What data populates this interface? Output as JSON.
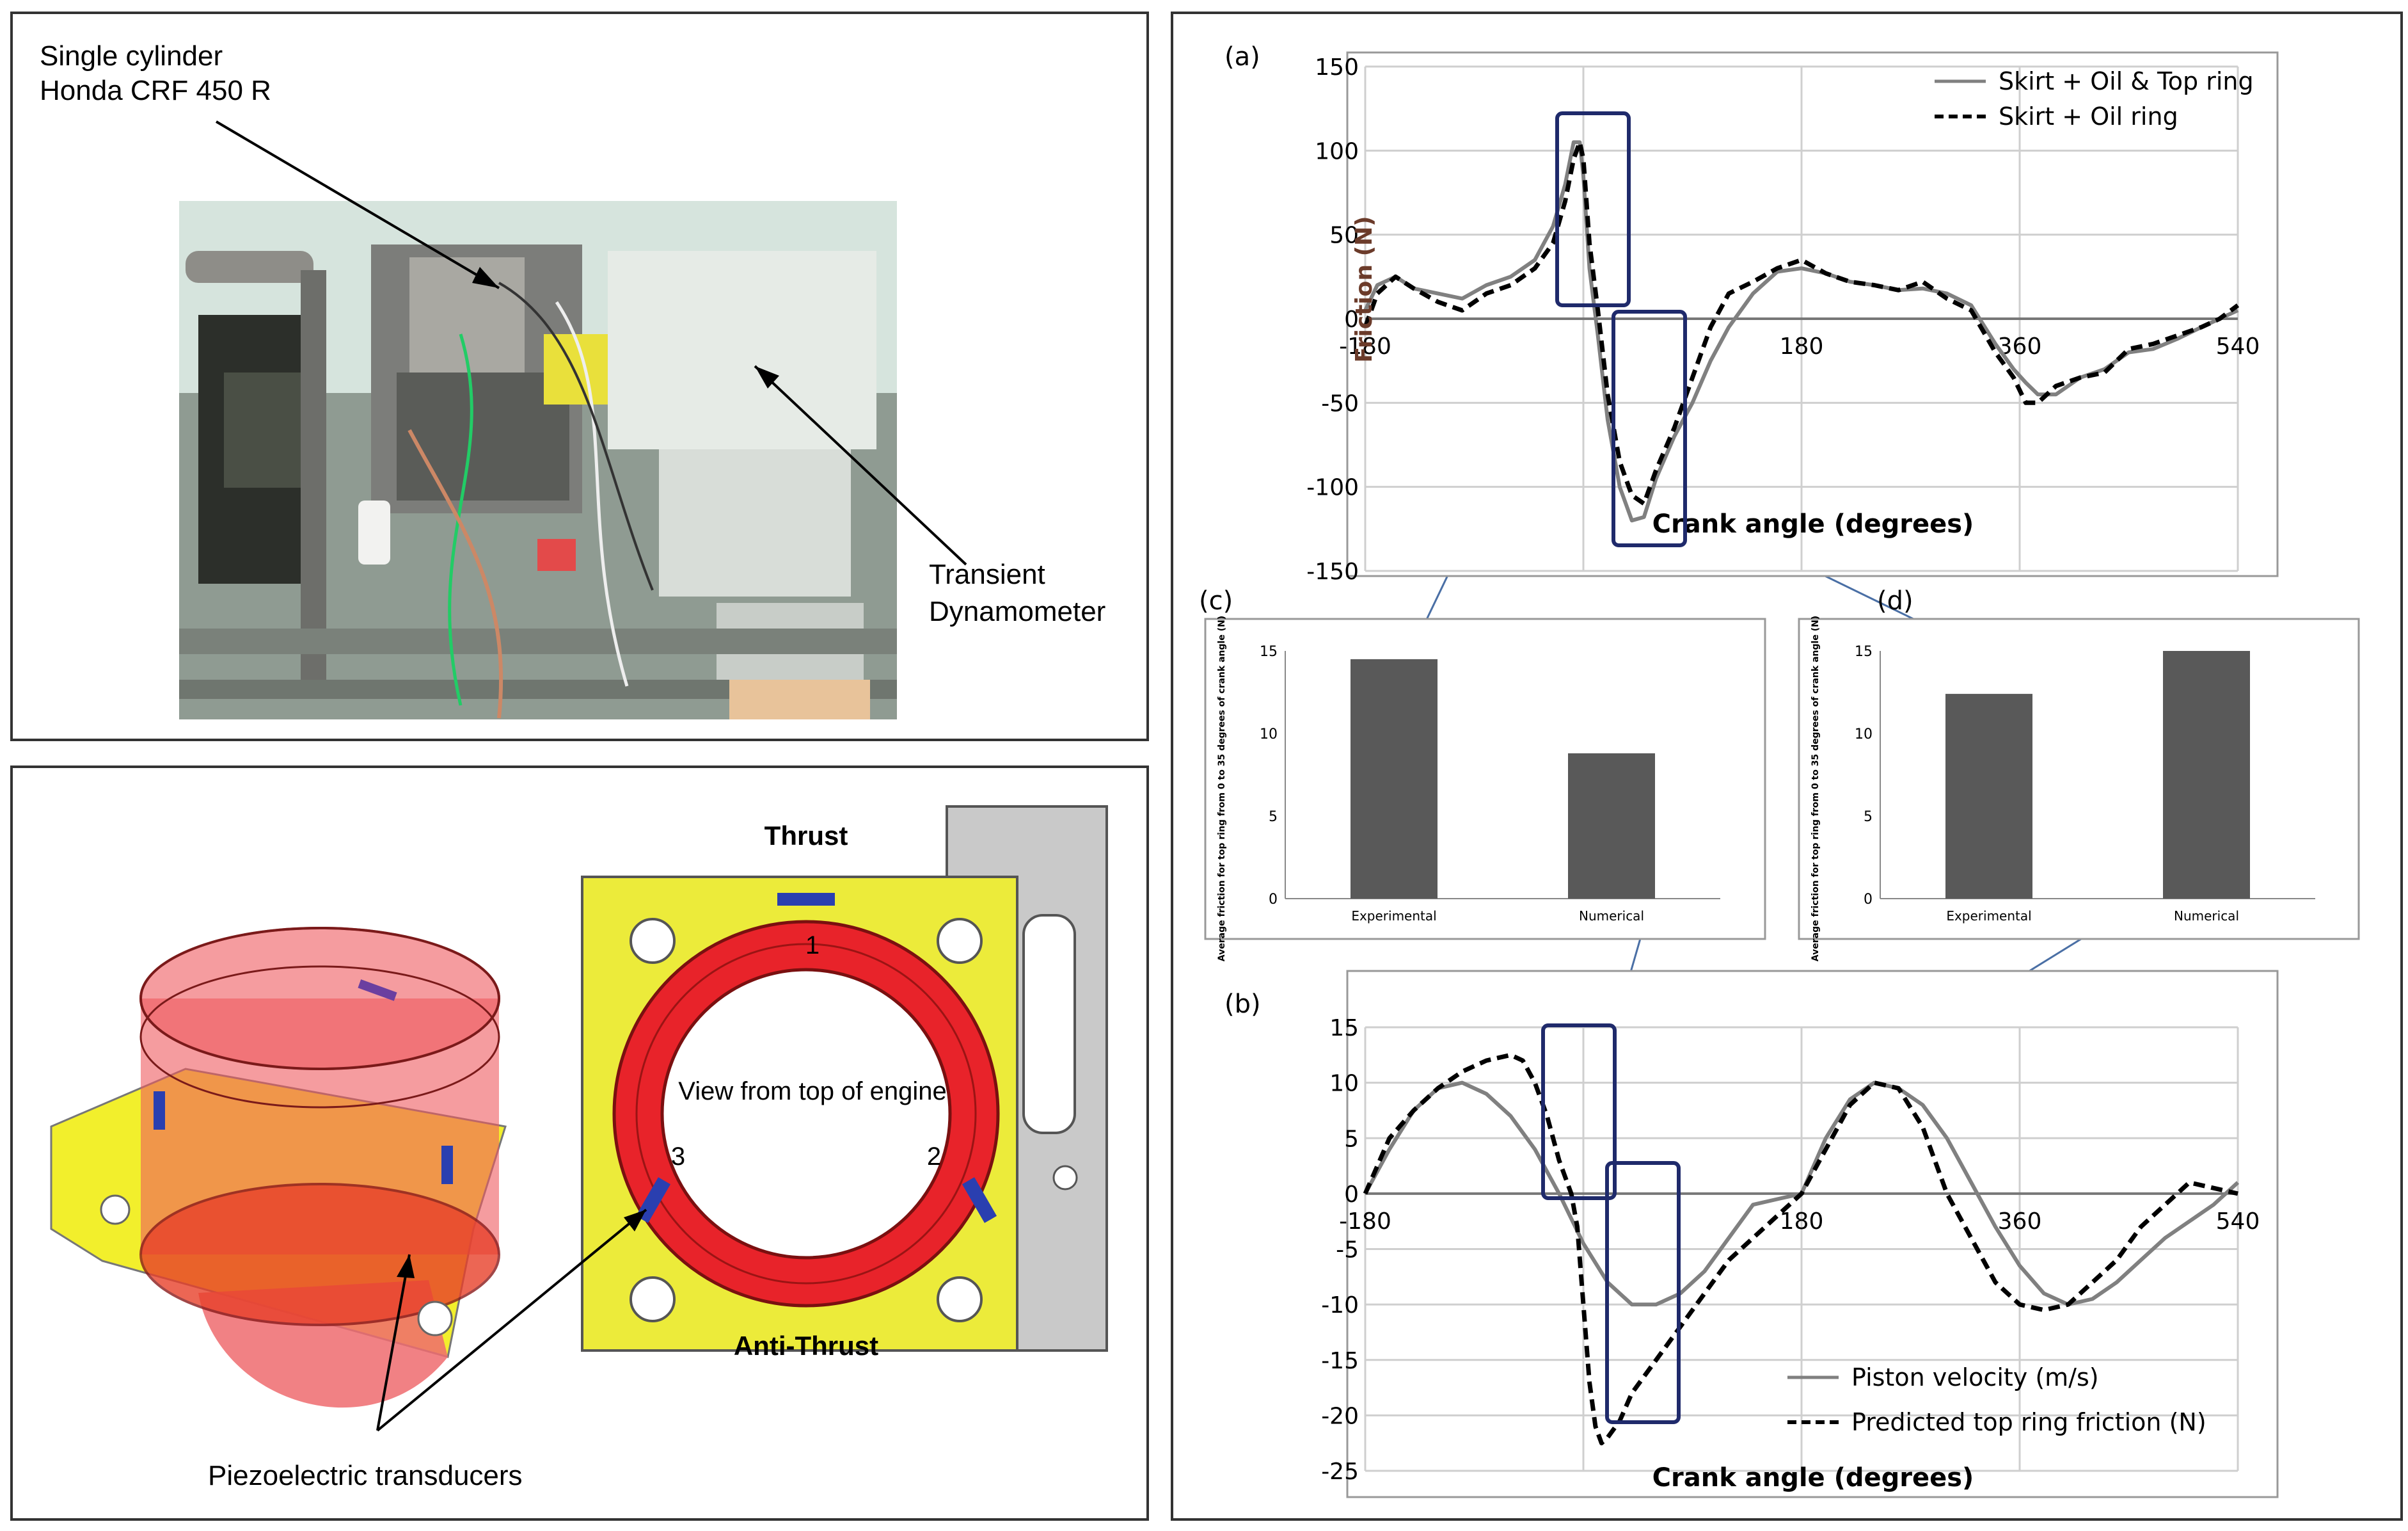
{
  "photo_panel": {
    "engine_label_line1": "Single cylinder",
    "engine_label_line2": "Honda CRF 450 R",
    "dyno_label_line1": "Transient",
    "dyno_label_line2": "Dynamometer"
  },
  "liner_panel": {
    "thrust_label": "Thrust",
    "anti_thrust_label": "Anti-Thrust",
    "view_label": "View from top of engine",
    "transducer_numbers": [
      "1",
      "2",
      "3"
    ],
    "transducers_label": "Piezoelectric transducers"
  },
  "colors": {
    "grey_series": "#808080",
    "black_series": "#000000",
    "highlight_box": "#1f2a6b",
    "arrow": "#4a6fa5",
    "bar": "#595959",
    "liner_red": "#e8232a",
    "block_yellow": "#f2f01e"
  },
  "chart_data": [
    {
      "id": "a",
      "panel_label": "(a)",
      "type": "line",
      "xlabel": "Crank angle (degrees)",
      "ylabel": "Friction (N)",
      "xlim": [
        -180,
        540
      ],
      "ylim": [
        -150,
        150
      ],
      "x_ticks": [
        "-180",
        "180",
        "360",
        "540"
      ],
      "y_ticks": [
        "150",
        "100",
        "50",
        "0",
        "-50",
        "-100",
        "-150"
      ],
      "legend_position": "top-right",
      "series": [
        {
          "name": "Skirt + Oil & Top ring",
          "style": "solid-grey",
          "x": [
            -180,
            -170,
            -155,
            -140,
            -120,
            -100,
            -80,
            -60,
            -40,
            -25,
            -15,
            -8,
            -3,
            0,
            5,
            12,
            20,
            30,
            40,
            50,
            60,
            75,
            90,
            105,
            120,
            140,
            160,
            180,
            200,
            220,
            240,
            260,
            280,
            300,
            320,
            340,
            355,
            365,
            375,
            390,
            410,
            430,
            450,
            470,
            490,
            510,
            525,
            540
          ],
          "y": [
            5,
            20,
            25,
            18,
            15,
            12,
            20,
            25,
            35,
            55,
            80,
            105,
            105,
            85,
            30,
            -10,
            -60,
            -100,
            -120,
            -118,
            -95,
            -70,
            -50,
            -25,
            -5,
            15,
            28,
            30,
            27,
            22,
            20,
            17,
            18,
            15,
            8,
            -15,
            -30,
            -38,
            -45,
            -45,
            -35,
            -30,
            -20,
            -18,
            -12,
            -5,
            0,
            5
          ]
        },
        {
          "name": "Skirt + Oil ring",
          "style": "dashed-black",
          "x": [
            -180,
            -170,
            -155,
            -140,
            -120,
            -100,
            -80,
            -60,
            -40,
            -25,
            -15,
            -8,
            -3,
            0,
            5,
            12,
            20,
            30,
            40,
            50,
            60,
            75,
            90,
            105,
            120,
            140,
            160,
            180,
            200,
            220,
            240,
            260,
            280,
            300,
            320,
            340,
            355,
            365,
            375,
            390,
            410,
            430,
            450,
            470,
            490,
            510,
            525,
            540
          ],
          "y": [
            -5,
            15,
            25,
            18,
            10,
            5,
            15,
            20,
            30,
            45,
            70,
            95,
            105,
            95,
            45,
            5,
            -45,
            -85,
            -105,
            -110,
            -90,
            -65,
            -35,
            -5,
            15,
            22,
            30,
            35,
            27,
            22,
            20,
            17,
            22,
            12,
            5,
            -20,
            -35,
            -50,
            -50,
            -40,
            -35,
            -32,
            -18,
            -15,
            -10,
            -5,
            0,
            8
          ]
        }
      ]
    },
    {
      "id": "c",
      "panel_label": "(c)",
      "type": "bar",
      "categories": [
        "Experimental",
        "Numerical"
      ],
      "values": [
        14.5,
        8.8
      ],
      "ylabel": "Average friction for top ring from 0 to 35 degrees of crank angle (N)",
      "ylim": [
        0,
        15
      ],
      "y_ticks": [
        "0",
        "5",
        "10",
        "15"
      ]
    },
    {
      "id": "d",
      "panel_label": "(d)",
      "type": "bar",
      "categories": [
        "Experimental",
        "Numerical"
      ],
      "values": [
        12.4,
        15
      ],
      "ylabel": "Average friction for top ring from 0 to 35 degrees of crank angle (N)",
      "ylim": [
        0,
        15
      ],
      "y_ticks": [
        "0",
        "5",
        "10",
        "15"
      ]
    },
    {
      "id": "b",
      "panel_label": "(b)",
      "type": "line",
      "xlabel": "Crank angle (degrees)",
      "ylabel": "",
      "xlim": [
        -180,
        540
      ],
      "ylim": [
        -25,
        15
      ],
      "x_ticks": [
        "-180",
        "180",
        "360",
        "540"
      ],
      "y_ticks": [
        "15",
        "10",
        "5",
        "0",
        "-5",
        "-10",
        "-15",
        "-20",
        "-25"
      ],
      "legend_position": "bottom-right",
      "series": [
        {
          "name": "Piston velocity (m/s)",
          "style": "solid-grey",
          "x": [
            -180,
            -160,
            -140,
            -120,
            -100,
            -80,
            -60,
            -40,
            -20,
            0,
            20,
            40,
            60,
            80,
            100,
            120,
            140,
            160,
            180,
            200,
            220,
            240,
            260,
            280,
            300,
            320,
            340,
            360,
            380,
            400,
            420,
            440,
            460,
            480,
            500,
            520,
            540
          ],
          "y": [
            0,
            4,
            7.5,
            9.5,
            10,
            9,
            7,
            4,
            0,
            -4.5,
            -8,
            -10,
            -10,
            -9,
            -7,
            -4,
            -1,
            -0.5,
            0,
            5,
            8.5,
            10,
            9.5,
            8,
            5,
            1,
            -3,
            -6.5,
            -9,
            -10,
            -9.5,
            -8,
            -6,
            -4,
            -2.5,
            -1,
            1
          ]
        },
        {
          "name": "Predicted top ring friction (N)",
          "style": "dashed-black",
          "x": [
            -180,
            -160,
            -140,
            -120,
            -100,
            -80,
            -60,
            -50,
            -40,
            -30,
            -20,
            -10,
            -5,
            0,
            5,
            10,
            15,
            20,
            30,
            40,
            60,
            80,
            100,
            120,
            140,
            160,
            180,
            200,
            220,
            240,
            260,
            280,
            300,
            320,
            340,
            360,
            380,
            400,
            420,
            440,
            460,
            480,
            500,
            520,
            540
          ],
          "y": [
            0,
            5,
            7.5,
            9.5,
            11,
            12,
            12.5,
            12,
            10,
            7,
            3,
            0,
            -3,
            -10,
            -17,
            -21,
            -22.5,
            -22,
            -20.5,
            -18,
            -15,
            -12,
            -9,
            -6,
            -4,
            -2,
            0,
            4,
            8,
            10,
            9.5,
            6,
            0,
            -4,
            -8,
            -10,
            -10.5,
            -10,
            -8,
            -6,
            -3,
            -1,
            1,
            0.5,
            0
          ]
        }
      ]
    }
  ]
}
